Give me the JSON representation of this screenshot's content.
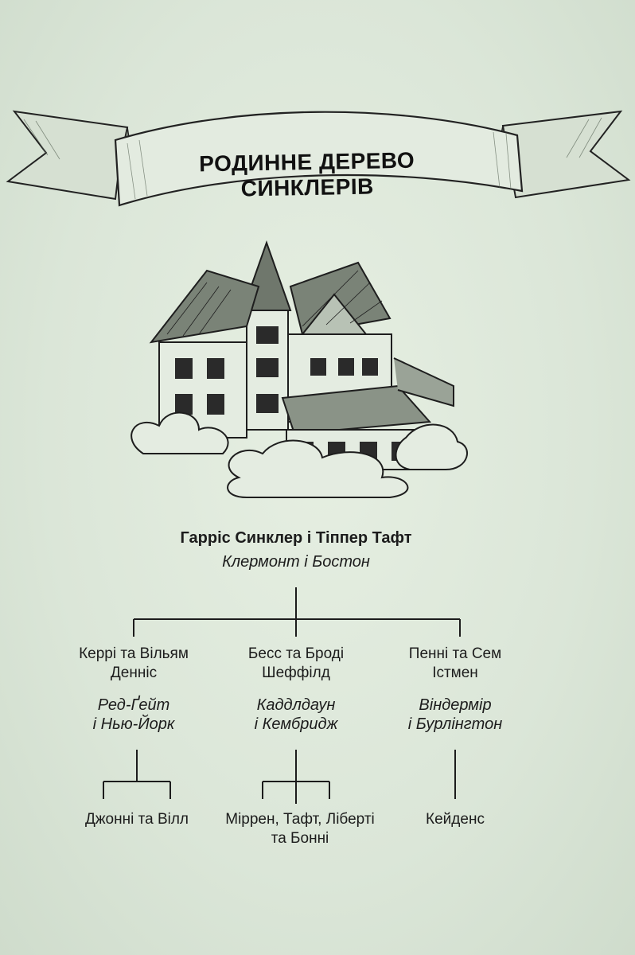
{
  "title": "РОДИННЕ ДЕРЕВО СИНКЛЕРІВ",
  "root": {
    "names": "Гарріс Синклер і Тіппер Тафт",
    "place": "Клермонт і Бостон"
  },
  "children": [
    {
      "names_line1": "Керрі та Вільям",
      "names_line2": "Денніс",
      "place_line1": "Ред-Ґейт",
      "place_line2": "і Нью-Йорк",
      "kids_line1": "Джонні та Вілл",
      "kids_line2": ""
    },
    {
      "names_line1": "Бесс та Броді",
      "names_line2": "Шеффілд",
      "place_line1": "Каддлдаун",
      "place_line2": "і Кембридж",
      "kids_line1": "Міррен, Тафт, Ліберті",
      "kids_line2": "та Бонні"
    },
    {
      "names_line1": "Пенні та Сем",
      "names_line2": "Істмен",
      "place_line1": "Віндермір",
      "place_line2": "і Бурлінгтон",
      "kids_line1": "Кейденс",
      "kids_line2": ""
    }
  ]
}
